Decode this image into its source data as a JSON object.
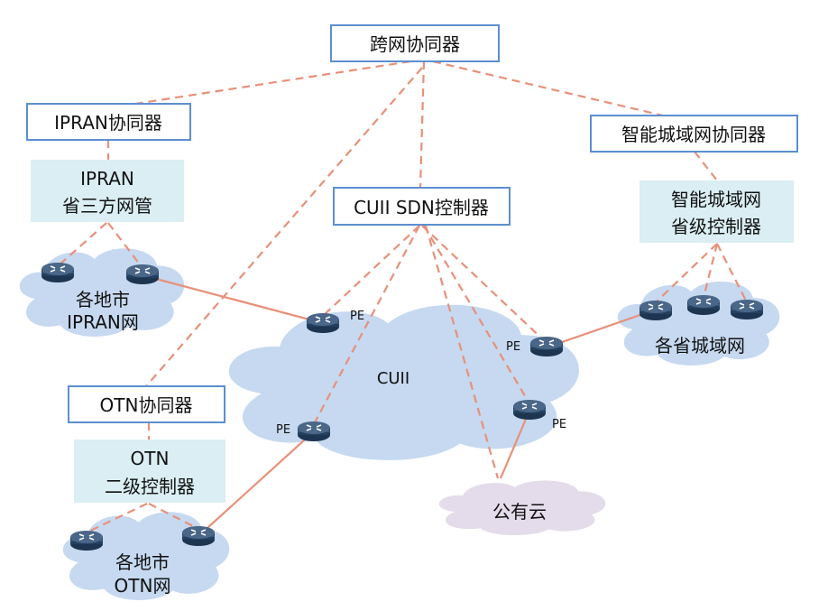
{
  "colors": {
    "link": "#e8907a",
    "box_border": "#5b8fd0",
    "panel_fill": "#daeef3",
    "cloud": "#c6d9f0",
    "public_cloud": "#e4dcea",
    "router": "#2e4a6a"
  },
  "nodes": {
    "cross_coordinator": "跨网协同器",
    "ipran_coordinator": "IPRAN协同器",
    "metro_coordinator": "智能城域网协同器",
    "cuii_controller": "CUII SDN控制器",
    "otn_coordinator": "OTN协同器",
    "ipran_nms": [
      "IPRAN",
      "省三方网管"
    ],
    "metro_controller": [
      "智能城域网",
      "省级控制器"
    ],
    "otn_controller": [
      "OTN",
      "二级控制器"
    ]
  },
  "clouds": {
    "ipran": [
      "各地市",
      "IPRAN网"
    ],
    "cuii": "CUII",
    "metro": "各省城域网",
    "otn": [
      "各地市",
      "OTN网"
    ],
    "public": "公有云"
  },
  "pe_label": "PE",
  "icons": {
    "router": "router-icon"
  }
}
